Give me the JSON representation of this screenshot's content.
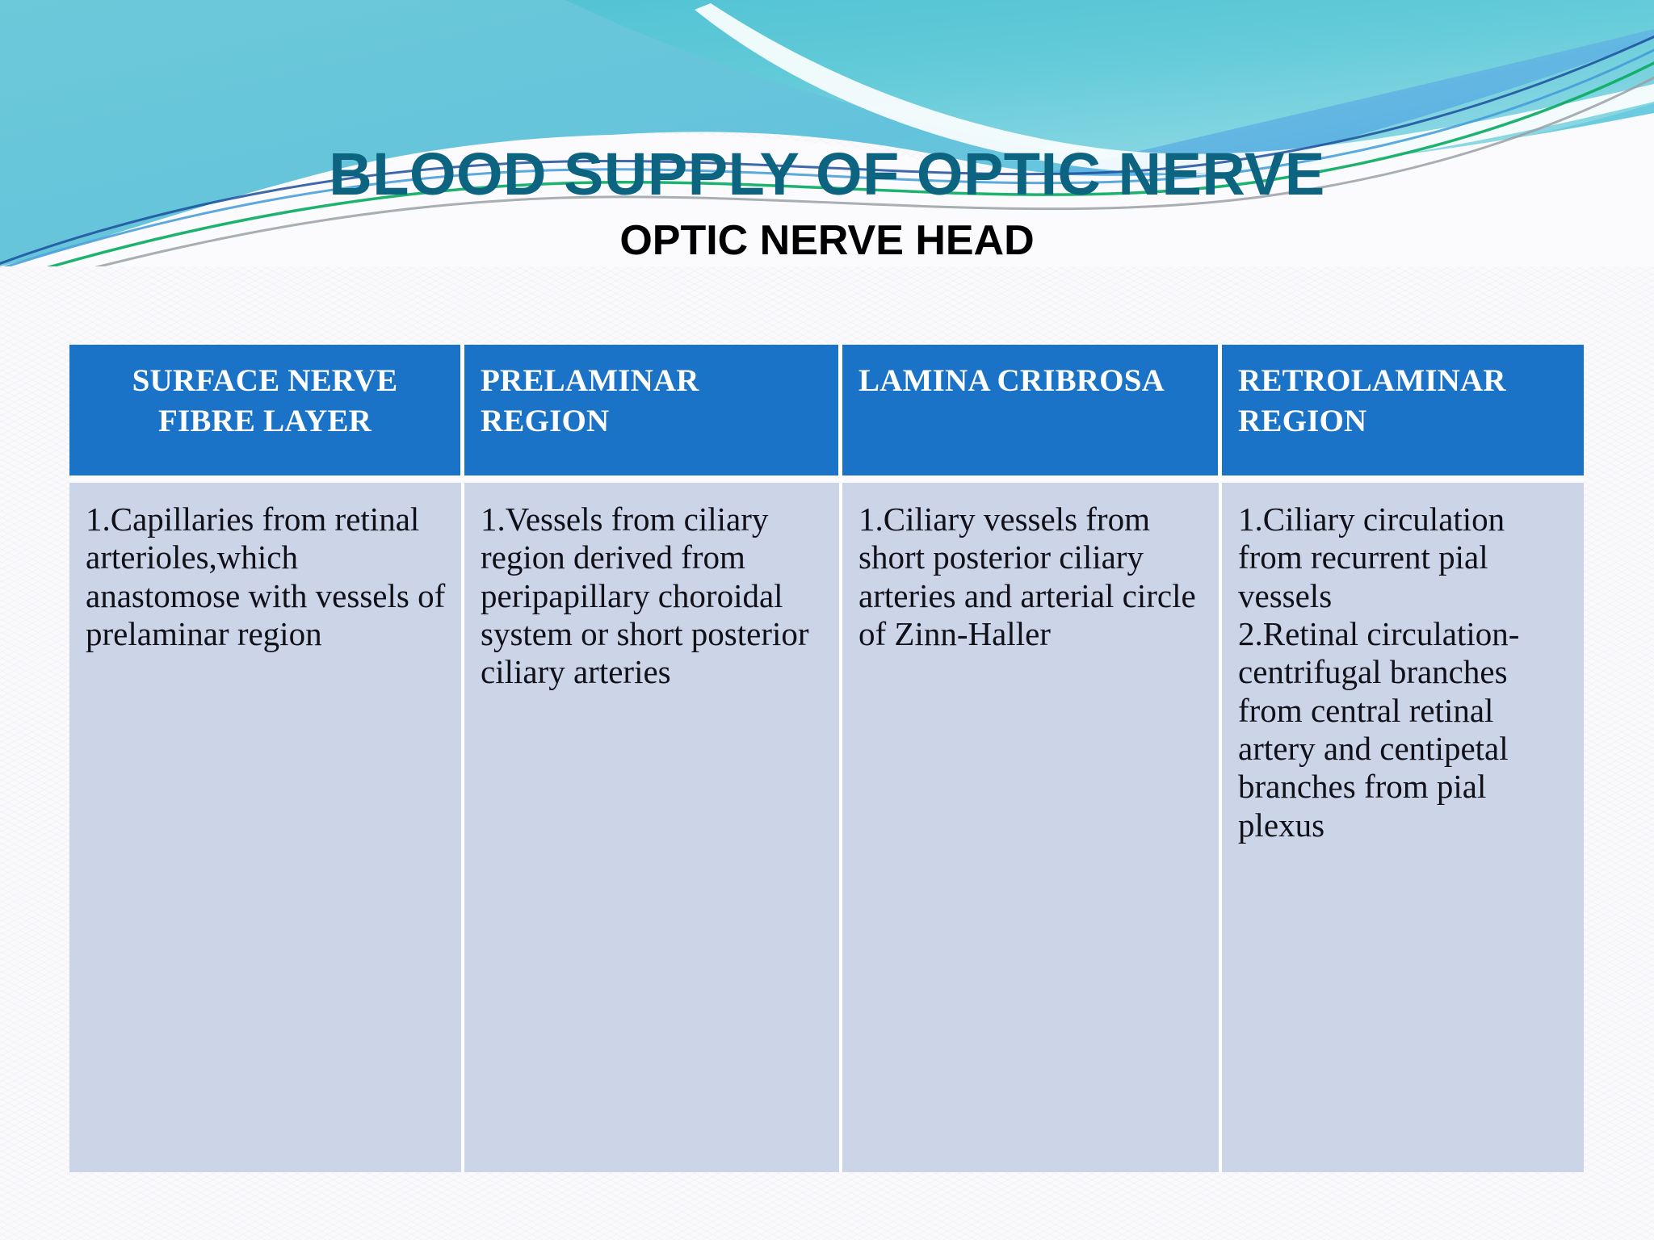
{
  "slide": {
    "title": "BLOOD SUPPLY OF OPTIC NERVE",
    "subtitle": "OPTIC NERVE HEAD"
  },
  "colors": {
    "title": "#0d6480",
    "subtitle": "#000000",
    "header_cell_bg": "#1b73c8",
    "header_cell_text": "#ffffff",
    "body_cell_bg": "#ccd4e8",
    "body_cell_text": "#101018",
    "banner_cyan": "#5fc7d8",
    "banner_blue": "#4aa8de",
    "banner_green": "#0bab63",
    "banner_gray": "#9aa0a6",
    "banner_navy": "#1b4f9c",
    "page_bg": "#fbfbfd"
  },
  "table": {
    "headers": [
      "SURFACE NERVE FIBRE LAYER",
      "PRELAMINAR REGION",
      "LAMINA CRIBROSA",
      "RETROLAMINAR REGION"
    ],
    "header_align": [
      "center",
      "left",
      "left",
      "left"
    ],
    "rows": [
      {
        "cells": [
          {
            "entries": [
              "1.Capillaries from retinal arterioles,which anastomose with vessels of prelaminar region"
            ]
          },
          {
            "entries": [
              "1.Vessels from ciliary region derived from peripapillary choroidal system or short posterior ciliary arteries"
            ]
          },
          {
            "entries": [
              "1.Ciliary vessels from short posterior ciliary arteries and arterial circle of Zinn-Haller"
            ]
          },
          {
            "entries": [
              "1.Ciliary circulation from recurrent pial vessels",
              "2.Retinal circulation-centrifugal branches from central retinal artery and centipetal branches from pial plexus"
            ]
          }
        ]
      }
    ]
  }
}
